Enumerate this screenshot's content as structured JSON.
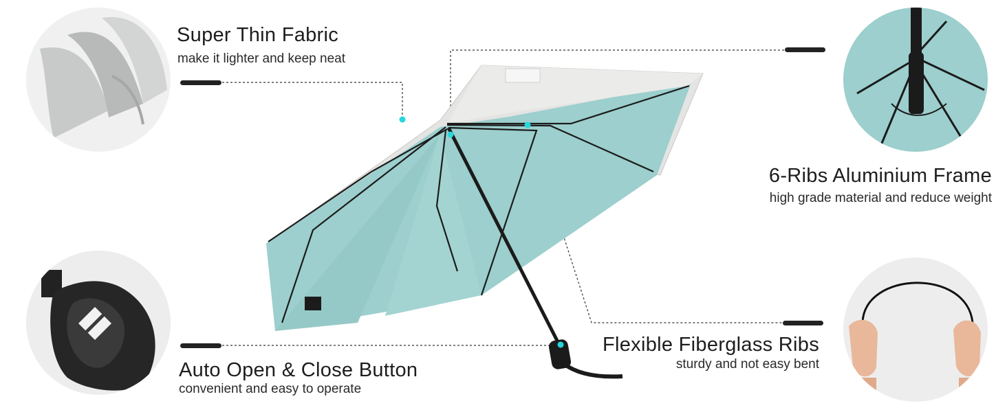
{
  "features": {
    "fabric": {
      "title": "Super Thin Fabric",
      "desc": "make it lighter and keep neat"
    },
    "frame": {
      "title": "6-Ribs Aluminium Frame",
      "desc": "high grade material and reduce weight"
    },
    "button": {
      "title": "Auto Open & Close Button",
      "desc": "convenient and easy to operate"
    },
    "ribs": {
      "title": "Flexible Fiberglass Ribs",
      "desc": "sturdy and not easy bent"
    }
  },
  "colors": {
    "canopy_outer": "#e6e6e4",
    "canopy_inner": "#9ccfcd",
    "frame": "#1b1b1b",
    "marker": "#27d6dc",
    "leader_line": "#333333"
  },
  "icons": {
    "fabric_photo": "silver-fabric-icon",
    "frame_photo": "umbrella-frame-icon",
    "button_photo": "handle-button-icon",
    "ribs_photo": "bent-rib-icon"
  }
}
